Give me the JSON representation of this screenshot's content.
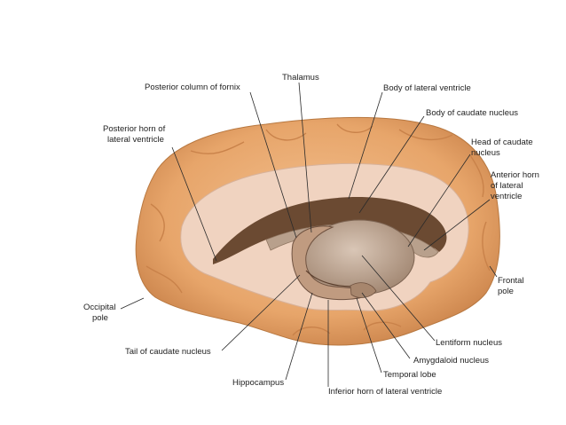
{
  "labels": {
    "posterior_column_of_fornix": "Posterior column of fornix",
    "thalamus": "Thalamus",
    "body_of_lateral_ventricle": "Body of lateral ventricle",
    "body_of_caudate_nucleus": "Body of caudate nucleus",
    "posterior_horn_line1": "Posterior horn of",
    "posterior_horn_line2": "lateral ventricle",
    "head_of_caudate_line1": "Head of caudate",
    "head_of_caudate_line2": "nucleus",
    "anterior_horn_line1": "Anterior horn",
    "anterior_horn_line2": "of lateral",
    "anterior_horn_line3": "ventricle",
    "occipital_line1": "Occipital",
    "occipital_line2": "pole",
    "frontal_line1": "Frontal",
    "frontal_line2": "pole",
    "tail_of_caudate_nucleus": "Tail of caudate nucleus",
    "lentiform_nucleus": "Lentiform nucleus",
    "amygdaloid_nucleus": "Amygdaloid nucleus",
    "temporal_lobe": "Temporal lobe",
    "hippocampus": "Hippocampus",
    "inferior_horn_of_lateral_ventricle": "Inferior horn of lateral ventricle"
  },
  "colors": {
    "brain_surface": "#e8a76a",
    "brain_shadow": "#c9824a",
    "cut_surface": "#f0d3c0",
    "white_matter": "#f6e1d3",
    "ventricle": "#6b4a32",
    "nucleus": "#b59a85",
    "leader_line": "#2a2a2a"
  }
}
